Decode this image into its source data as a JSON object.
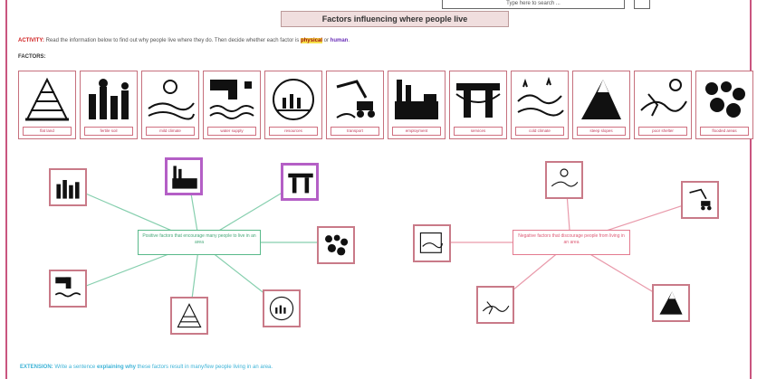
{
  "header": {
    "search_box_text": "Type here to search ...",
    "title": "Factors influencing where people live"
  },
  "activity": {
    "label": "ACTIVITY:",
    "text": "Read the information below to find out why people live where they do. Then decide whether each factor is",
    "physical": "physical",
    "or": "or",
    "human": "human",
    "end": "."
  },
  "factors_label": "FACTORS:",
  "factors": [
    {
      "caption": "flat land",
      "icon": "pyramid-icon"
    },
    {
      "caption": "fertile soil",
      "icon": "forest-icon"
    },
    {
      "caption": "mild climate",
      "icon": "sun-hills-icon"
    },
    {
      "caption": "water supply",
      "icon": "tap-water-icon"
    },
    {
      "caption": "resources",
      "icon": "globe-icon"
    },
    {
      "caption": "transport",
      "icon": "digger-icon"
    },
    {
      "caption": "employment",
      "icon": "factory-icon"
    },
    {
      "caption": "services",
      "icon": "bridge-icon"
    },
    {
      "caption": "cold climate",
      "icon": "snow-hills-icon"
    },
    {
      "caption": "steep slopes",
      "icon": "mountain-icon"
    },
    {
      "caption": "poor shelter",
      "icon": "desert-icon"
    },
    {
      "caption": "flooded areas",
      "icon": "rocks-icon"
    }
  ],
  "diagrams": {
    "left_center": "Positive factors that encourage many people to live in an area",
    "right_center": "Negative factors that discourage people from living in an area"
  },
  "extension": {
    "label": "EXTENSION:",
    "text": "Write a sentence",
    "keyword": "explaining why",
    "rest": "these factors result in many/few people living in an area."
  }
}
